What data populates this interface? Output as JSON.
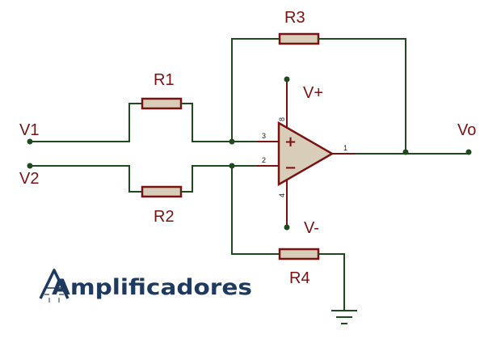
{
  "labels": {
    "v1": "V1",
    "v2": "V2",
    "vo": "Vo",
    "vplus": "V+",
    "vminus": "V-",
    "r1": "R1",
    "r2": "R2",
    "r3": "R3",
    "r4": "R4"
  },
  "pins": {
    "p3": "3",
    "p2": "2",
    "p1": "1",
    "p8": "8",
    "p4": "4"
  },
  "opamp_symbols": {
    "plus": "+",
    "minus": "−"
  },
  "logo": {
    "text": "Amplificadores"
  },
  "colors": {
    "wire": "#1f4a1f",
    "component": "#7a1212",
    "component_fill": "#d8cdb8",
    "logo": "#1e3a5f"
  }
}
